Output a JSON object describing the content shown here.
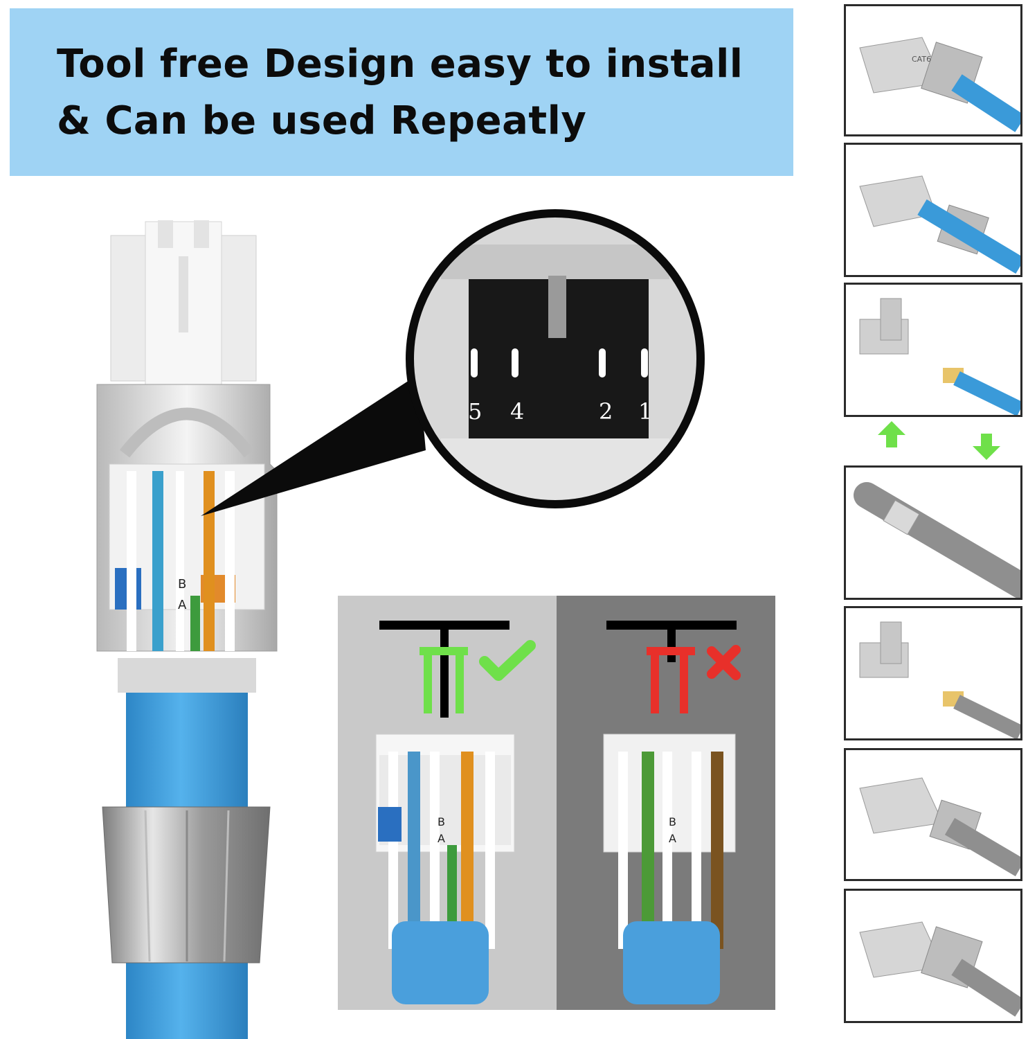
{
  "headline": {
    "line1": "Tool free Design easy to install",
    "line2": "& Can be used Repeatly"
  },
  "zoom_callout": {
    "pin_labels": [
      "5",
      "4",
      "2",
      "1"
    ]
  },
  "main_connector": {
    "labels": [
      "B",
      "A"
    ]
  },
  "comparison": {
    "correct_panel": {
      "labels": [
        "B",
        "A"
      ],
      "icon": "check-icon",
      "color": "#6fe04a"
    },
    "wrong_panel": {
      "labels": [
        "B",
        "A"
      ],
      "icon": "cross-icon",
      "color": "#e8302a"
    }
  },
  "steps": {
    "marker": "CAT6",
    "arrows": [
      "up-arrow-icon",
      "down-arrow-icon"
    ],
    "arrow_color": "#6fe04a"
  },
  "colors": {
    "banner": "#9fd3f4",
    "cable_blue": "#3a9ad9",
    "cable_gray": "#8f8f8f"
  }
}
